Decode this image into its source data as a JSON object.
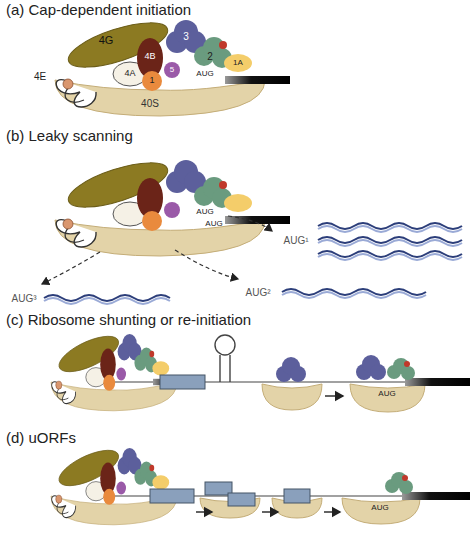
{
  "diagram": {
    "labels": [
      "(a) Cap-dependent initiation",
      "4G",
      "4E",
      "3",
      "4A",
      "4B",
      "5",
      "1",
      "2",
      "1A",
      "AUG",
      "40S",
      "(b) Leaky scanning",
      "AUG",
      "AUG",
      "AUG¹",
      "AUG³",
      "AUG²",
      "(c) Ribosome shunting or re-initiation",
      "AUG",
      "(d) uORFs",
      "AUG"
    ]
  }
}
